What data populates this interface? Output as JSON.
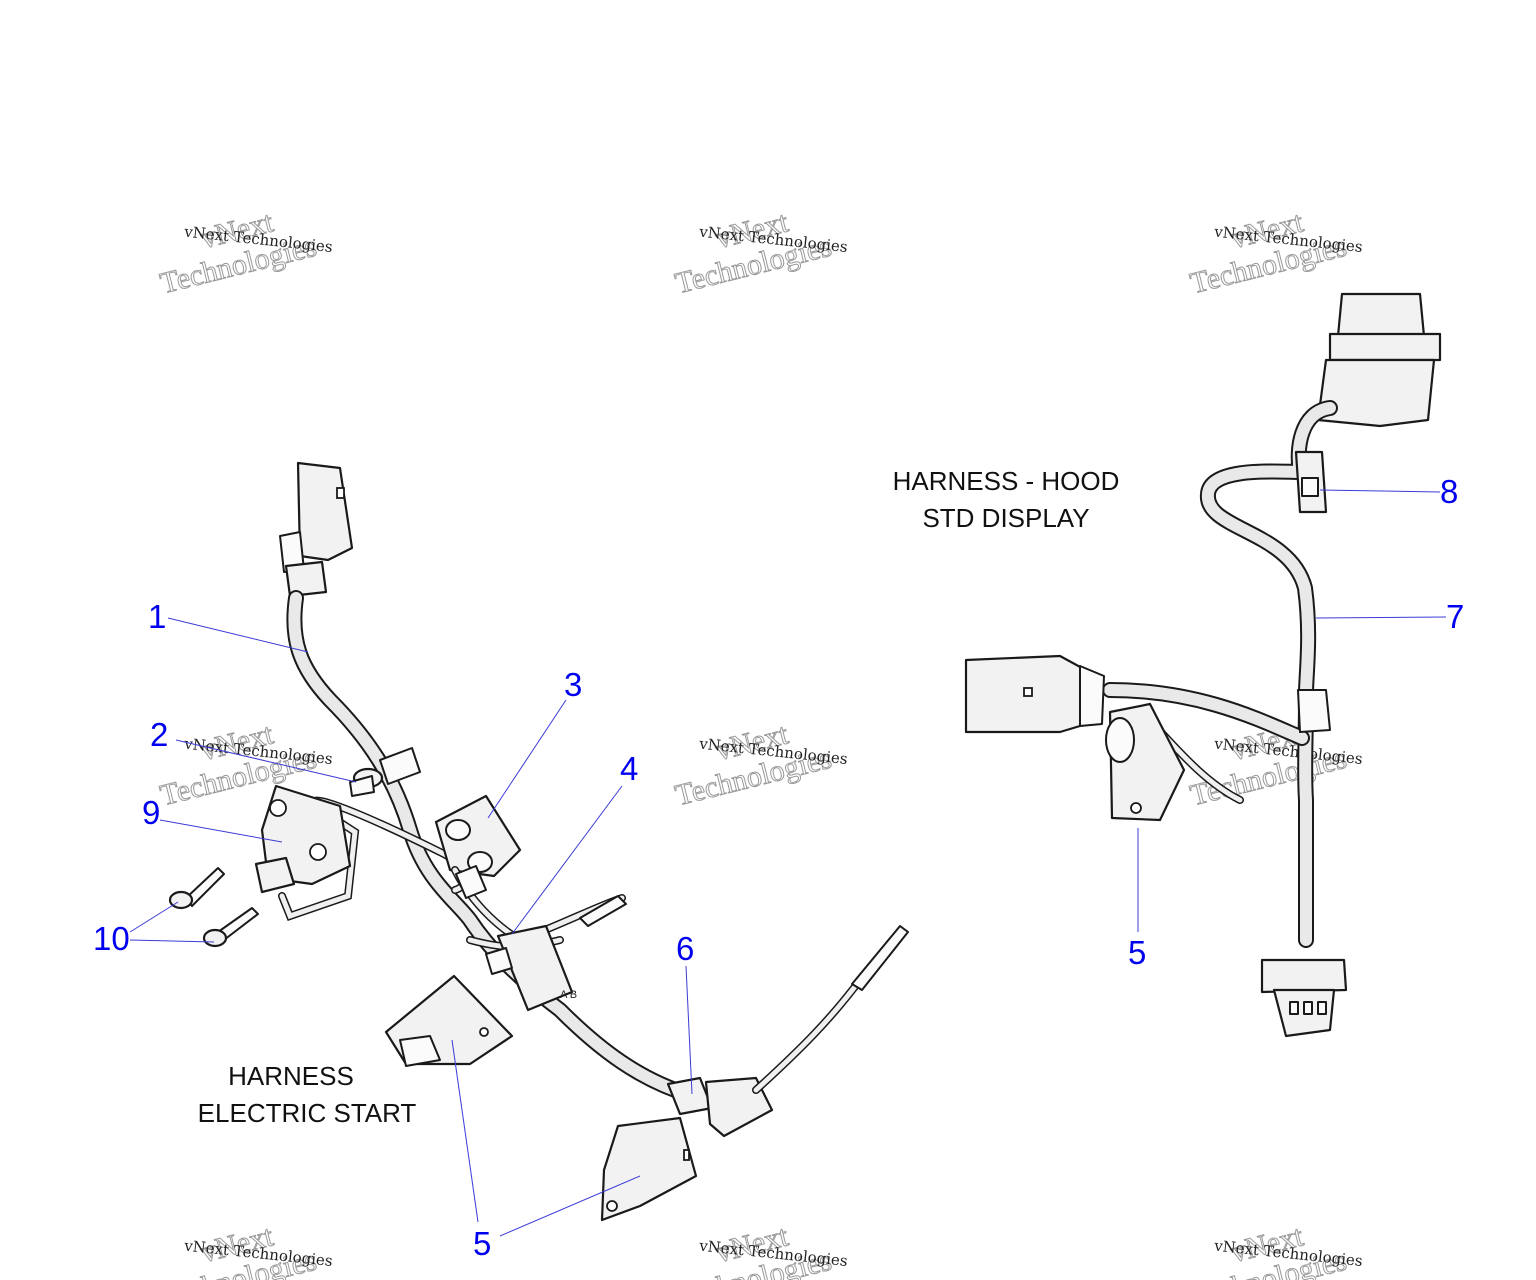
{
  "colors": {
    "callout": "#0000ee",
    "leader": "#3b3bd6",
    "line_art": "#1a1a1a",
    "background": "#ffffff"
  },
  "sections": {
    "electric_start": {
      "line1": "HARNESS",
      "line2": "ELECTRIC START"
    },
    "hood": {
      "line1": "HARNESS - HOOD",
      "line2": "STD DISPLAY"
    }
  },
  "callouts": {
    "c1": "1",
    "c2": "2",
    "c3": "3",
    "c4": "4",
    "c5a": "5",
    "c5b": "5",
    "c6": "6",
    "c7": "7",
    "c8": "8",
    "c9": "9",
    "c10": "10"
  },
  "watermark": {
    "small": "vNext Technologies",
    "big_top": "vNext",
    "big_bottom": "Technologies"
  }
}
